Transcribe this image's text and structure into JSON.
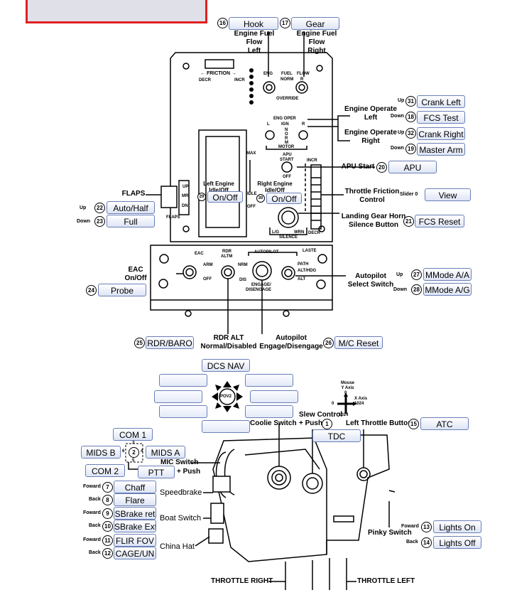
{
  "top_panel": {
    "bg": "#e0e0e8",
    "border": "#e02020"
  },
  "panel": {
    "friction": "FRICTION",
    "decr": "DECR",
    "incr": "INCR",
    "eng": "ENG",
    "fuel": "FUEL",
    "norm": "NORM",
    "flow": "FLOW",
    "r": "R",
    "override": "OVERRIDE",
    "eng_oper": "ENG OPER",
    "ign": "IGN",
    "l": "L",
    "rr": "R",
    "norm_v": "NORM",
    "motor": "MOTOR",
    "apu": "APU",
    "start": "START",
    "off": "OFF",
    "incr2": "INCR",
    "max": "MAX",
    "idle": "IDLE",
    "off2": "OFF",
    "up": "UP",
    "mr": "MR",
    "dn": "DN",
    "flaps": "FLAPS",
    "lg": "L/G",
    "silence": "SILENCE",
    "wrn": "WRN",
    "decr2": "DECR",
    "eac": "EAC",
    "arm": "ARM",
    "off3": "OFF",
    "rdr": "RDR",
    "altm": "ALTM",
    "nrm": "NRM",
    "dis": "DIS",
    "autopilot": "AUTOPILOT",
    "engage": "ENGAGE/",
    "disengage": "DISENGAGE",
    "laste": "LASTE",
    "path": "PATH",
    "althdg": "ALT/HDG",
    "alt": "ALT"
  },
  "items": {
    "hook": {
      "num": "16",
      "label": "Hook"
    },
    "gear": {
      "num": "17",
      "label": "Gear"
    },
    "crank_left": {
      "num": "31",
      "side": "Up",
      "label": "Crank Left"
    },
    "fcs_test": {
      "num": "18",
      "side": "Down",
      "label": "FCS Test"
    },
    "crank_right": {
      "num": "32",
      "side": "Up",
      "label": "Crank Right"
    },
    "master_arm": {
      "num": "19",
      "side": "Down",
      "label": "Master Arm"
    },
    "apu": {
      "num": "20",
      "label": "APU"
    },
    "view": {
      "side": "Slider 0",
      "label": "View"
    },
    "fcs_reset": {
      "num": "21",
      "label": "FCS Reset"
    },
    "auto_half": {
      "num": "22",
      "side": "Up",
      "label": "Auto/Half"
    },
    "full": {
      "num": "23",
      "side": "Down",
      "label": "Full"
    },
    "on_off_left": {
      "num": "29",
      "label": "On/Off"
    },
    "on_off_right": {
      "num": "30",
      "label": "On/Off"
    },
    "probe": {
      "num": "24",
      "label": "Probe"
    },
    "mmode_aa": {
      "num": "27",
      "side": "Up",
      "label": "MMode A/A"
    },
    "mmode_ag": {
      "num": "28",
      "side": "Down",
      "label": "MMode A/G"
    },
    "rdr_baro": {
      "num": "25",
      "label": "RDR/BARO"
    },
    "mc_reset": {
      "num": "26",
      "label": "M/C Reset"
    },
    "dcs_nav": {
      "label": "DCS NAV"
    },
    "atc": {
      "num": "15",
      "label": "ATC"
    },
    "tdc": {
      "label": "TDC"
    },
    "com1": {
      "label": "COM 1"
    },
    "mids_b": {
      "label": "MIDS B"
    },
    "mids_a": {
      "label": "MIDS A"
    },
    "com2": {
      "label": "COM 2"
    },
    "ptt": {
      "label": "PTT"
    },
    "chaff": {
      "num": "7",
      "side": "Foward",
      "label": "Chaff"
    },
    "flare": {
      "num": "8",
      "side": "Back",
      "label": "Flare"
    },
    "sbrake_ret": {
      "num": "9",
      "side": "Foward",
      "label": "SBrake ret"
    },
    "sbrake_ext": {
      "num": "10",
      "side": "Back",
      "label": "SBrake Ext"
    },
    "flir_fov": {
      "num": "11",
      "side": "Foward",
      "label": "FLIR FOV"
    },
    "cage_un": {
      "num": "12",
      "side": "Back",
      "label": "CAGE/UN"
    },
    "lights_on": {
      "num": "13",
      "side": "Foward",
      "label": "Lights On"
    },
    "lights_off": {
      "num": "14",
      "side": "Back",
      "label": "Lights Off"
    }
  },
  "labels": {
    "eng_ff_left": "Engine Fuel Flow\nLeft",
    "eng_ff_right": "Engine Fuel Flow\nRight",
    "eng_op_left": "Engine Operate\nLeft",
    "eng_op_right": "Engine Operate\nRight",
    "apu_start": "APU Start",
    "throttle_friction": "Throttle Friction\nControl",
    "lg_horn": "Landing Gear Horn\nSilence Button",
    "flaps": "FLAPS",
    "left_eng_idle": "Left Engine\nIdle/Off",
    "right_eng_idle": "Right Engine\nIdle/Off",
    "eac_onoff": "EAC\nOn/Off",
    "ap_select": "Autopilot\nSelect Switch",
    "rdr_alt": "RDR ALT\nNormal/Disabled",
    "ap_engage": "Autopilot\nEngage/Disengage",
    "pov2": "POV2",
    "mouse_y": "Mouse\nY Axis",
    "zero_top": "0",
    "zero_left": "0",
    "x_axis": "X Axis\n1024",
    "n1024": "1024",
    "coolie": "Coolie Switch",
    "slew": "Slew Control",
    "push1": "+ Push",
    "push1_num": "1",
    "left_throttle_btn": "Left Throttle Button",
    "mic": "MIC Switch",
    "push2": "+ Push",
    "hat_num": "2",
    "hat3": "3",
    "hat4": "4",
    "hat5": "5",
    "hat6": "6",
    "speedbrake": "Speedbrake",
    "boat": "Boat Switch",
    "china": "China Hat",
    "pinky": "Pinky Switch",
    "throttle_right": "THROTTLE RIGHT",
    "throttle_left": "THROTTLE LEFT"
  }
}
